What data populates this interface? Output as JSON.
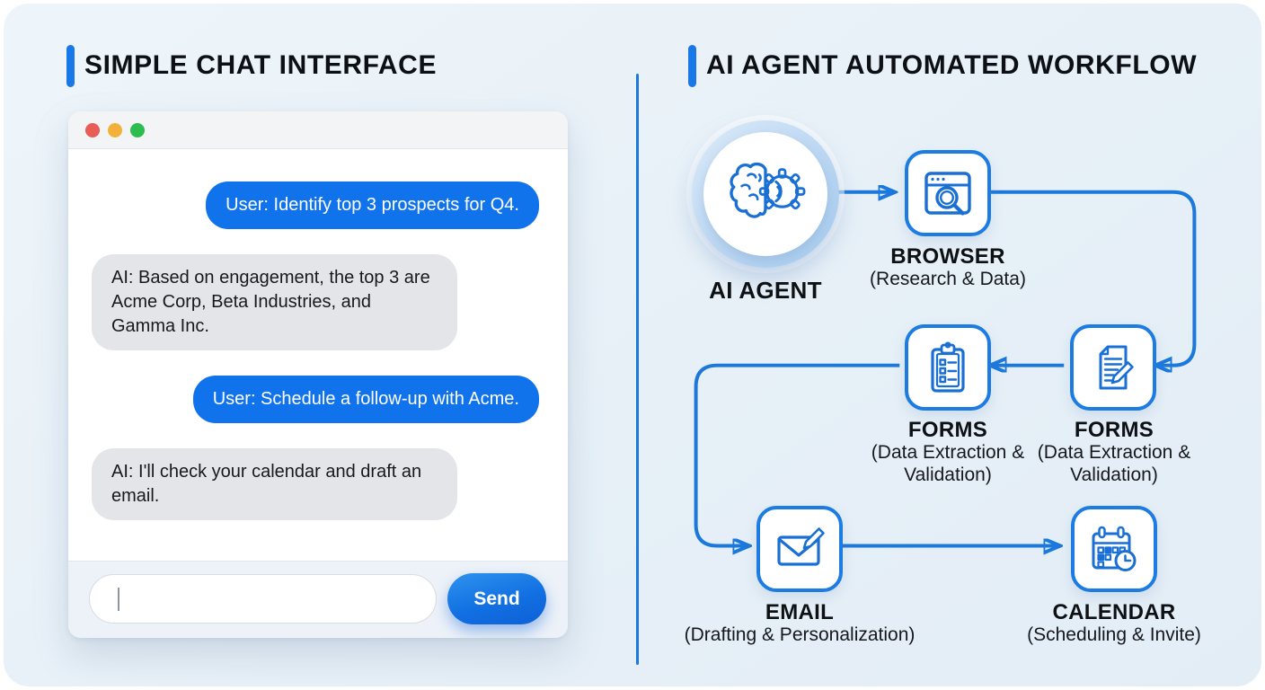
{
  "left_panel": {
    "title": "SIMPLE CHAT INTERFACE",
    "chat": {
      "window_controls": [
        "close",
        "minimize",
        "zoom"
      ],
      "messages": [
        {
          "role": "user",
          "text": "User: Identify top 3 prospects for Q4."
        },
        {
          "role": "ai",
          "text": "AI: Based on engagement, the top 3 are Acme Corp, Beta Industries, and Gamma Inc."
        },
        {
          "role": "user",
          "text": "User: Schedule a follow-up with Acme."
        },
        {
          "role": "ai",
          "text": "AI: I'll check your calendar and draft an email."
        }
      ],
      "input_value": "",
      "input_placeholder": "",
      "send_label": "Send"
    }
  },
  "right_panel": {
    "title": "AI AGENT AUTOMATED WORKFLOW",
    "nodes": [
      {
        "id": "agent",
        "label": "AI AGENT",
        "sublabel": "",
        "icon": "brain-gear-icon"
      },
      {
        "id": "browser",
        "label": "BROWSER",
        "sublabel": "(Research & Data)",
        "icon": "browser-search-icon"
      },
      {
        "id": "forms-left",
        "label": "FORMS",
        "sublabel": "(Data Extraction & Validation)",
        "icon": "clipboard-checklist-icon"
      },
      {
        "id": "forms-right",
        "label": "FORMS",
        "sublabel": "(Data Extraction & Validation)",
        "icon": "document-pencil-icon"
      },
      {
        "id": "email",
        "label": "EMAIL",
        "sublabel": "(Drafting & Personalization)",
        "icon": "envelope-pencil-icon"
      },
      {
        "id": "calendar",
        "label": "CALENDAR",
        "sublabel": "(Scheduling & Invite)",
        "icon": "calendar-clock-icon"
      }
    ],
    "connections": [
      {
        "from": "agent",
        "to": "browser"
      },
      {
        "from": "browser",
        "to": "forms-right"
      },
      {
        "from": "forms-right",
        "to": "forms-left"
      },
      {
        "from": "forms-left",
        "to": "email"
      },
      {
        "from": "email",
        "to": "calendar"
      }
    ]
  },
  "colors": {
    "canvas_background": "#e9f1f7",
    "accent_blue": "#1878e8",
    "connector_blue": "#1b78dc",
    "node_border_blue": "#1d7ce2",
    "user_bubble": "#1173ec",
    "ai_bubble": "#e3e5e8",
    "traffic_red": "#e85d55",
    "traffic_yellow": "#f2b23a",
    "traffic_green": "#2dbd4e"
  }
}
